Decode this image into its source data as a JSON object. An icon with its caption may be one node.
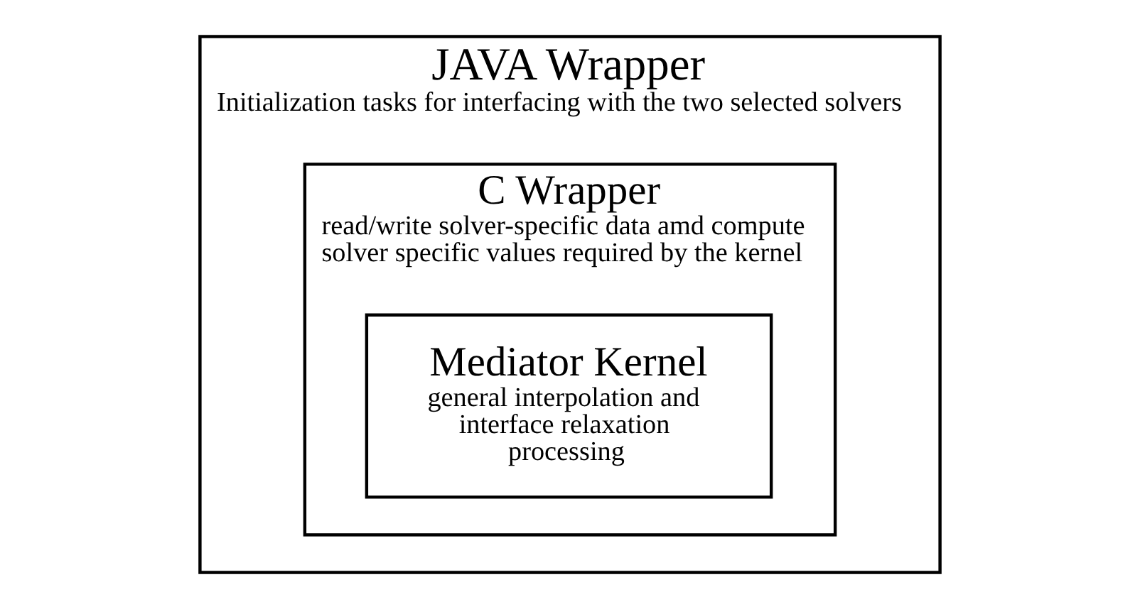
{
  "diagram": {
    "nodes": [
      {
        "text": [
          "JAVA Wrapper",
          "Initialization tasks for interfacing with the two selected solvers"
        ]
      },
      {
        "text": [
          "C Wrapper",
          "read/write solver-specific data amd compute solver specific values required by the kernel"
        ],
        "in": 0
      },
      {
        "text": [
          "Mediator Kernel",
          "general interpolation and interface relaxation processing"
        ],
        "in": 1
      }
    ]
  }
}
